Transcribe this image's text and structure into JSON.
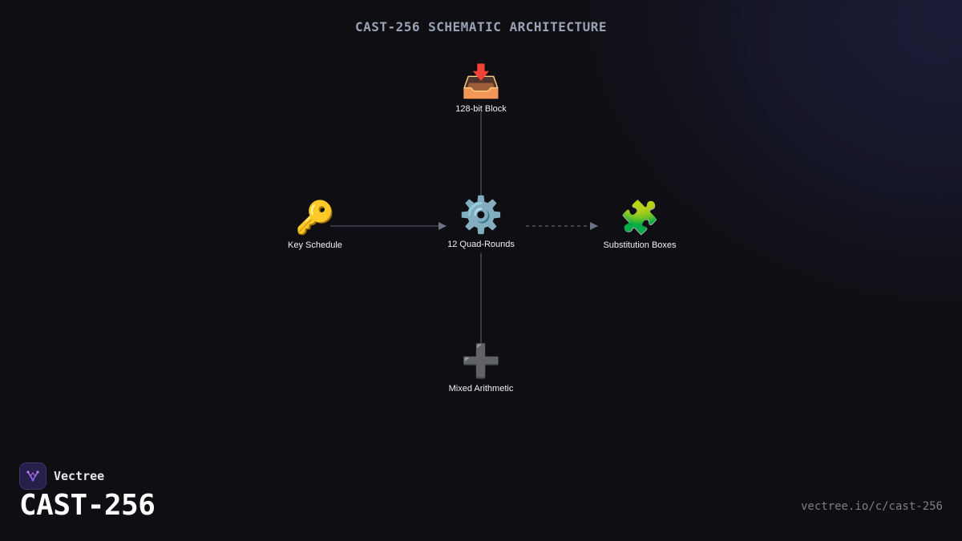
{
  "diagram": {
    "title": "CAST-256 SCHEMATIC ARCHITECTURE",
    "nodes": [
      {
        "id": "block",
        "label": "128-bit Block",
        "icon": "inbox-tray-icon",
        "glyph": "📥"
      },
      {
        "id": "key",
        "label": "Key Schedule",
        "icon": "key-icon",
        "glyph": "🔑"
      },
      {
        "id": "rounds",
        "label": "12 Quad-Rounds",
        "icon": "gear-icon",
        "glyph": "⚙️"
      },
      {
        "id": "sbox",
        "label": "Substitution Boxes",
        "icon": "puzzle-piece-icon",
        "glyph": "🧩"
      },
      {
        "id": "arith",
        "label": "Mixed Arithmetic",
        "icon": "plus-icon",
        "glyph": "➕"
      }
    ],
    "edges": [
      {
        "from": "block",
        "to": "rounds",
        "style": "solid",
        "arrow": false
      },
      {
        "from": "key",
        "to": "rounds",
        "style": "solid",
        "arrow": true
      },
      {
        "from": "rounds",
        "to": "sbox",
        "style": "dashed",
        "arrow": true
      },
      {
        "from": "rounds",
        "to": "arith",
        "style": "solid",
        "arrow": false
      }
    ],
    "colors": {
      "edge": "#4b5263",
      "edge_dashed": "#5a6172",
      "arrow": "#6b7385"
    }
  },
  "footer": {
    "brand": "Vectree",
    "product": "CAST-256",
    "url": "vectree.io/c/cast-256"
  }
}
